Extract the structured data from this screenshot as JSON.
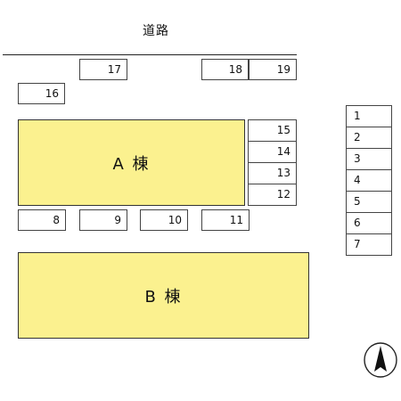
{
  "road": {
    "label": "道路"
  },
  "buildings": [
    {
      "label": "A 棟"
    },
    {
      "label": "B 棟"
    }
  ],
  "slots": [
    "1",
    "2",
    "3",
    "4",
    "5",
    "6",
    "7",
    "8",
    "9",
    "10",
    "11",
    "12",
    "13",
    "14",
    "15",
    "16",
    "17",
    "18",
    "19"
  ],
  "compass": {
    "icon": "north-arrow-icon"
  }
}
